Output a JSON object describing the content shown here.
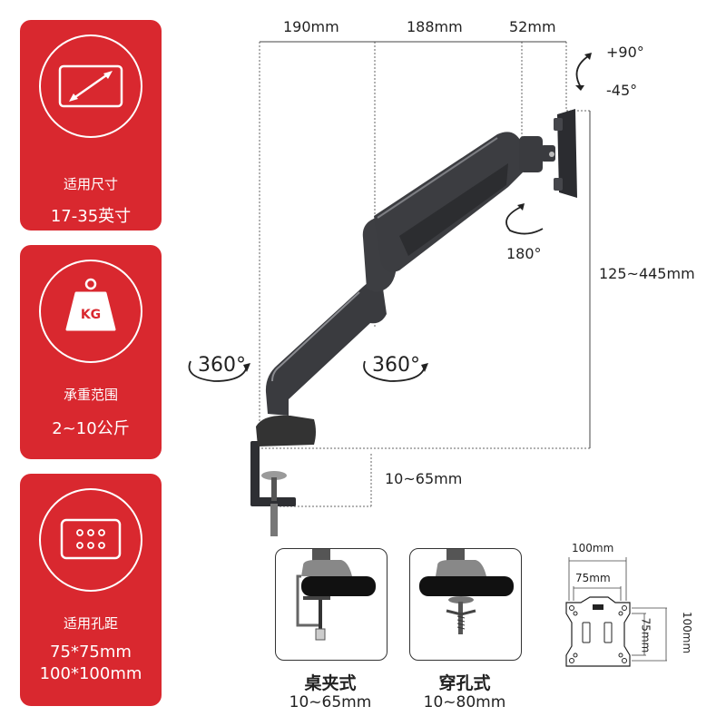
{
  "cards": [
    {
      "icon": "screen-size-icon",
      "label": "适用尺寸",
      "value": "17-35英寸"
    },
    {
      "icon": "weight-icon",
      "icon_text": "KG",
      "label": "承重范围",
      "value": "2~10公斤"
    },
    {
      "icon": "vesa-holes-icon",
      "label": "适用孔距",
      "value": "75*75mm",
      "value2": "100*100mm"
    }
  ],
  "dimensions": {
    "top_a": "190mm",
    "top_b": "188mm",
    "top_c": "52mm",
    "height_range": "125~445mm",
    "clamp_range": "10~65mm"
  },
  "rotations": {
    "tilt_up": "+90°",
    "tilt_down": "-45°",
    "swivel": "180°",
    "base_rotation": "360°",
    "mid_rotation": "360°"
  },
  "mounts": [
    {
      "title": "桌夹式",
      "range": "10~65mm"
    },
    {
      "title": "穿孔式",
      "range": "10~80mm"
    }
  ],
  "vesa_plate": {
    "outer_width": "100mm",
    "inner_width": "75mm",
    "inner_height": "75mm",
    "outer_height": "100mm"
  },
  "colors": {
    "accent": "#d9282f",
    "arm": "#3a3b3f",
    "card_text": "#ffffff"
  }
}
